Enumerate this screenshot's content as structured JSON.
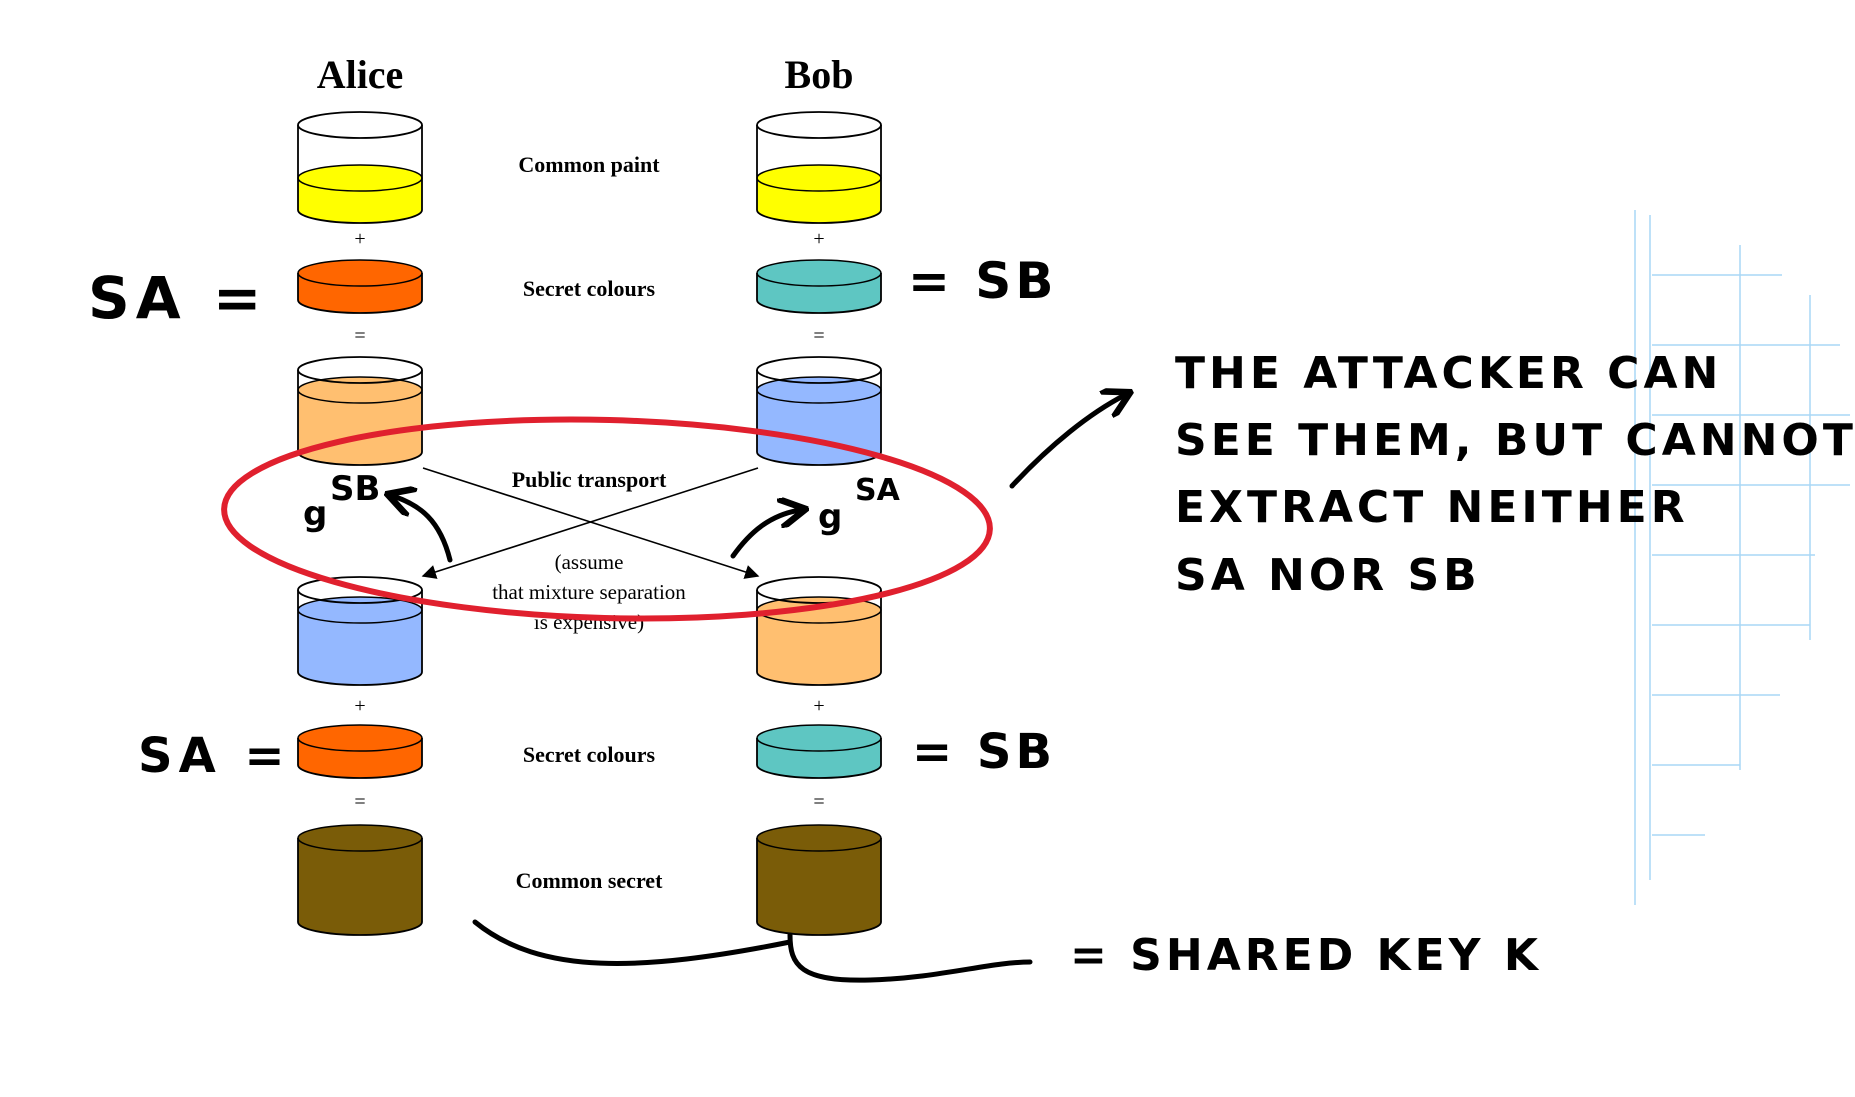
{
  "diagram": {
    "participants": {
      "alice": "Alice",
      "bob": "Bob"
    },
    "rows": {
      "common_paint": "Common paint",
      "secret_colours_1": "Secret colours",
      "public_transport": "Public transport",
      "assume_line1": "(assume",
      "assume_line2": "that mixture separation",
      "assume_line3": "is expensive)",
      "secret_colours_2": "Secret colours",
      "common_secret": "Common secret"
    },
    "operators": {
      "plus": "+",
      "equals": "="
    },
    "colors": {
      "common_paint": "#ffff00",
      "alice_secret": "#ff6600",
      "bob_secret": "#5ec6c2",
      "alice_mix": "#ffbf70",
      "bob_mix": "#94b8ff",
      "common_secret": "#7a5c08",
      "annotation_ellipse": "#e0202e",
      "grid_lines": "#a9d7f5"
    }
  },
  "annotations": {
    "alice_secret_top": "SA =",
    "bob_secret_top": "= SB",
    "alice_secret_bottom": "SA =",
    "bob_secret_bottom": "= SB",
    "g_left_base": "g",
    "g_left_exp": "SB",
    "g_right_base": "g",
    "g_right_exp": "SA",
    "attacker_line1": "THE ATTACKER CAN",
    "attacker_line2": "SEE THEM, BUT CANNOT",
    "attacker_line3": "EXTRACT NEITHER",
    "attacker_line4": "SA NOR SB",
    "shared_key": "= SHARED KEY K"
  }
}
